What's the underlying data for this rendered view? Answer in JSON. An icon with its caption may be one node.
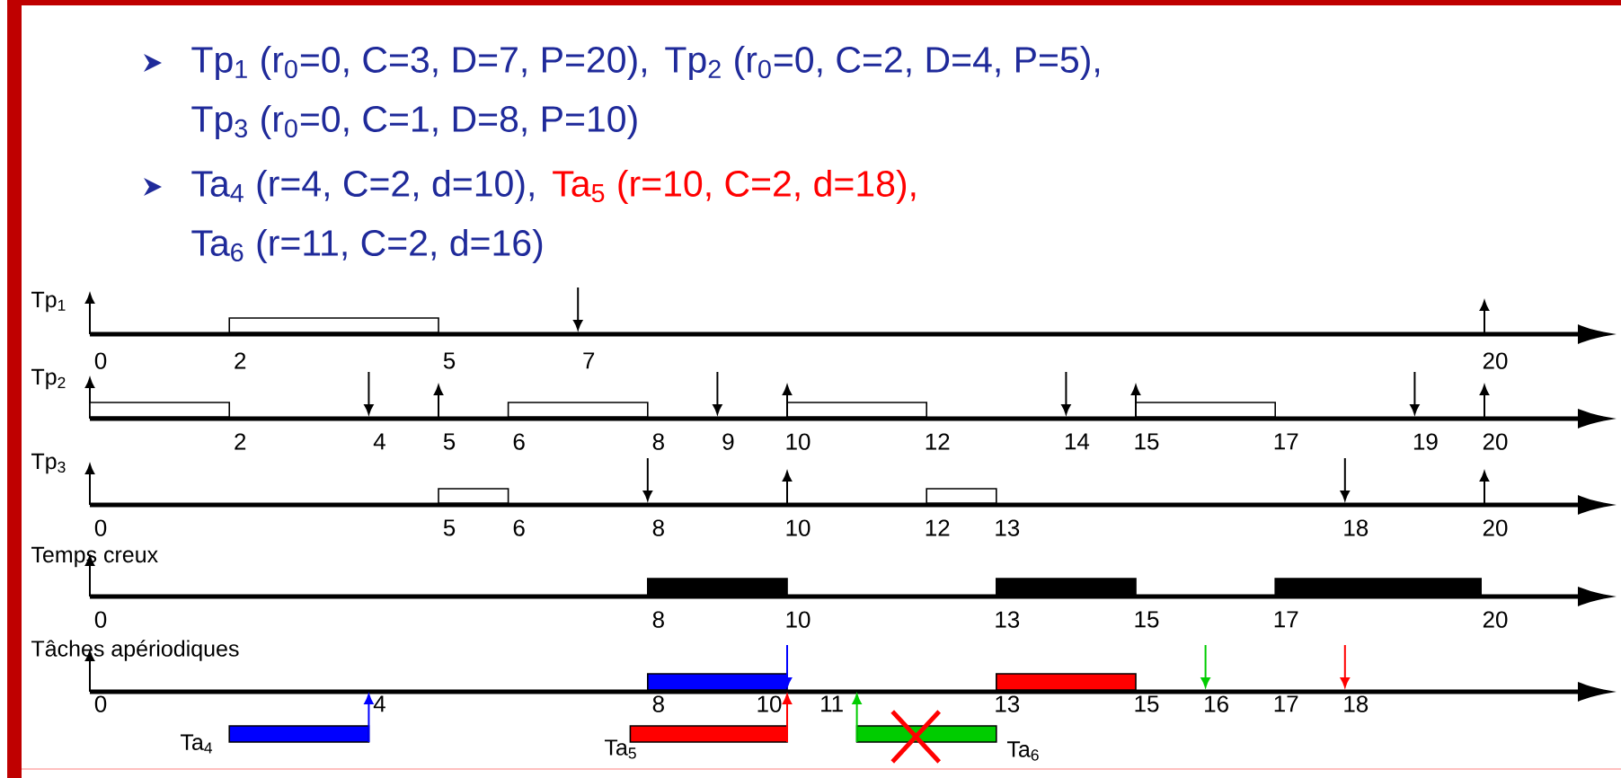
{
  "diagram": {
    "labels": [
      "Tp$_{1}$ (r$_{0}$=0, C=3, D=7, P=20),",
      "Tp$_{2}$ (r$_{0}$=0, C=2, D=4, P=5),",
      "Tp$_{3}$ (r$_{0}$=0, C=1, D=8, P=10)",
      "Ta$_{4}$ (r=4, C=2, d=10),",
      "Ta$_{5}$ (r=10, C=2, d=18),",
      "Ta$_{6}$ (r=11, C=2, d=16)",
      "Tp$_{1}$",
      "0",
      "2",
      "5",
      "7",
      "20",
      "Tp$_{2}$",
      "2",
      "4",
      "5",
      "6",
      "8",
      "9",
      "10",
      "12",
      "14",
      "15",
      "17",
      "19",
      "20",
      "Tp$_{3}$",
      "0",
      "5",
      "6",
      "8",
      "10",
      "12",
      "13",
      "18",
      "20",
      "Temps creux",
      "0",
      "8",
      "10",
      "13",
      "15",
      "17",
      "20",
      "Tâches apériodiques",
      "0",
      "4",
      "8",
      "10",
      "11",
      "13",
      "15",
      "16",
      "17",
      "18",
      "Ta$_{4}$",
      "Ta$_{5}$",
      "Ta$_{6}$"
    ]
  }
}
